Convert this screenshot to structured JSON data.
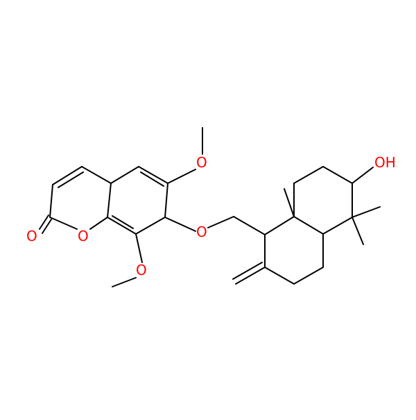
{
  "molecule": {
    "atoms": [
      {
        "id": "o-carbonyl",
        "label": "O",
        "color": "#ff0000"
      },
      {
        "id": "o-ring",
        "label": "O",
        "color": "#ff0000"
      },
      {
        "id": "o-methoxy-6",
        "label": "O",
        "color": "#ff0000"
      },
      {
        "id": "o-methoxy-8",
        "label": "O",
        "color": "#ff0000"
      },
      {
        "id": "o-ether",
        "label": "O",
        "color": "#ff0000"
      },
      {
        "id": "oh-hydroxyl",
        "label": "OH",
        "color": "#ff0000"
      }
    ],
    "colors": {
      "bond": "#000000",
      "heteroatom": "#ff0000"
    }
  }
}
